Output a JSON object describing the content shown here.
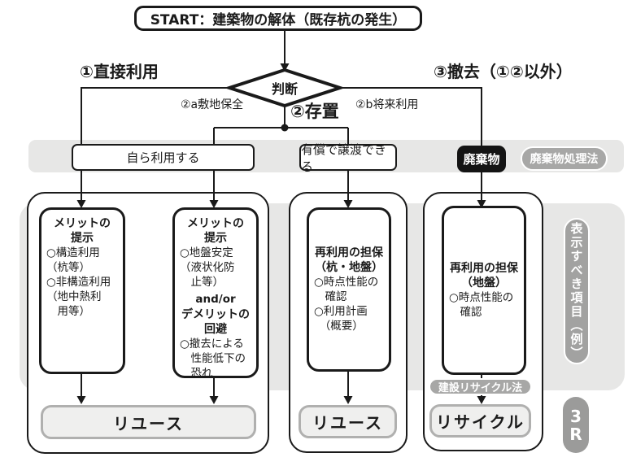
{
  "colors": {
    "ink": "#1a1a1a",
    "band_gray": "#e7e7e6",
    "pill_gray": "#a7a7a6",
    "bar_fill": "#efefee",
    "bar_border": "#b0b0af",
    "waste_black": "#141414"
  },
  "start": {
    "label": "START：建築物の解体（既存杭の発生）"
  },
  "decision": {
    "label": "判断"
  },
  "branch_labels": {
    "direct_use": "①直接利用",
    "preserve": "②存置",
    "preserve_site": "②a敷地保全",
    "preserve_future": "②b将来利用",
    "removal": "③撤去（①②以外）"
  },
  "band1": {
    "self_use": "自ら利用する",
    "transfer": "有償で譲渡できる",
    "waste": "廃棄物",
    "waste_law_tag": "廃棄物処理法"
  },
  "cards": [
    {
      "head": "メリットの\n提示",
      "body": "○構造利用\n（杭等）\n○非構造利用\n（地中熱利\n　用等）"
    },
    {
      "head": "メリットの\n提示",
      "body": "○地盤安定\n（液状化防\n　止等）",
      "mid": "and/or",
      "head2": "デメリットの\n回避",
      "body2": "○撤去による\n　性能低下の\n　恐れ"
    },
    {
      "head": "再利用の担保\n（杭・地盤）",
      "body": "○時点性能の\n　確認\n○利用計画\n　（概要）"
    },
    {
      "head": "再利用の担保\n（地盤）",
      "body": "○時点性能の\n　確認"
    }
  ],
  "recycle_law_tag": "建設リサイクル法",
  "results": {
    "reuse1": "リユース",
    "reuse2": "リユース",
    "recycle": "リサイクル"
  },
  "side": {
    "display_items": "表示すべき項目（例）",
    "three_r": "3\nR"
  }
}
